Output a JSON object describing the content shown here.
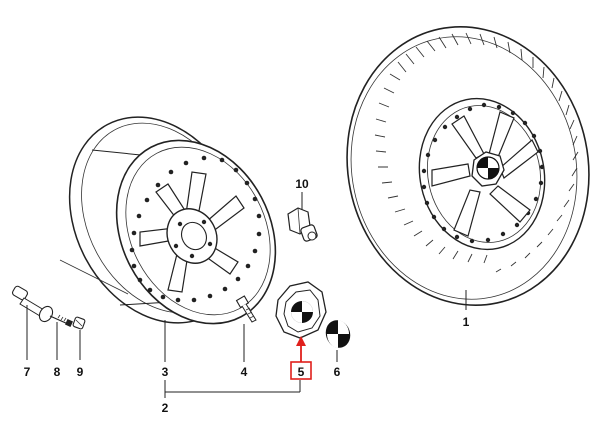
{
  "diagram": {
    "callouts": [
      {
        "id": "1",
        "label": "1"
      },
      {
        "id": "2",
        "label": "2"
      },
      {
        "id": "3",
        "label": "3"
      },
      {
        "id": "4",
        "label": "4"
      },
      {
        "id": "5",
        "label": "5",
        "highlighted": true
      },
      {
        "id": "6",
        "label": "6"
      },
      {
        "id": "7",
        "label": "7"
      },
      {
        "id": "8",
        "label": "8"
      },
      {
        "id": "9",
        "label": "9"
      },
      {
        "id": "10",
        "label": "10"
      }
    ],
    "highlight_color": "#e0201c",
    "line_color": "#222222"
  }
}
